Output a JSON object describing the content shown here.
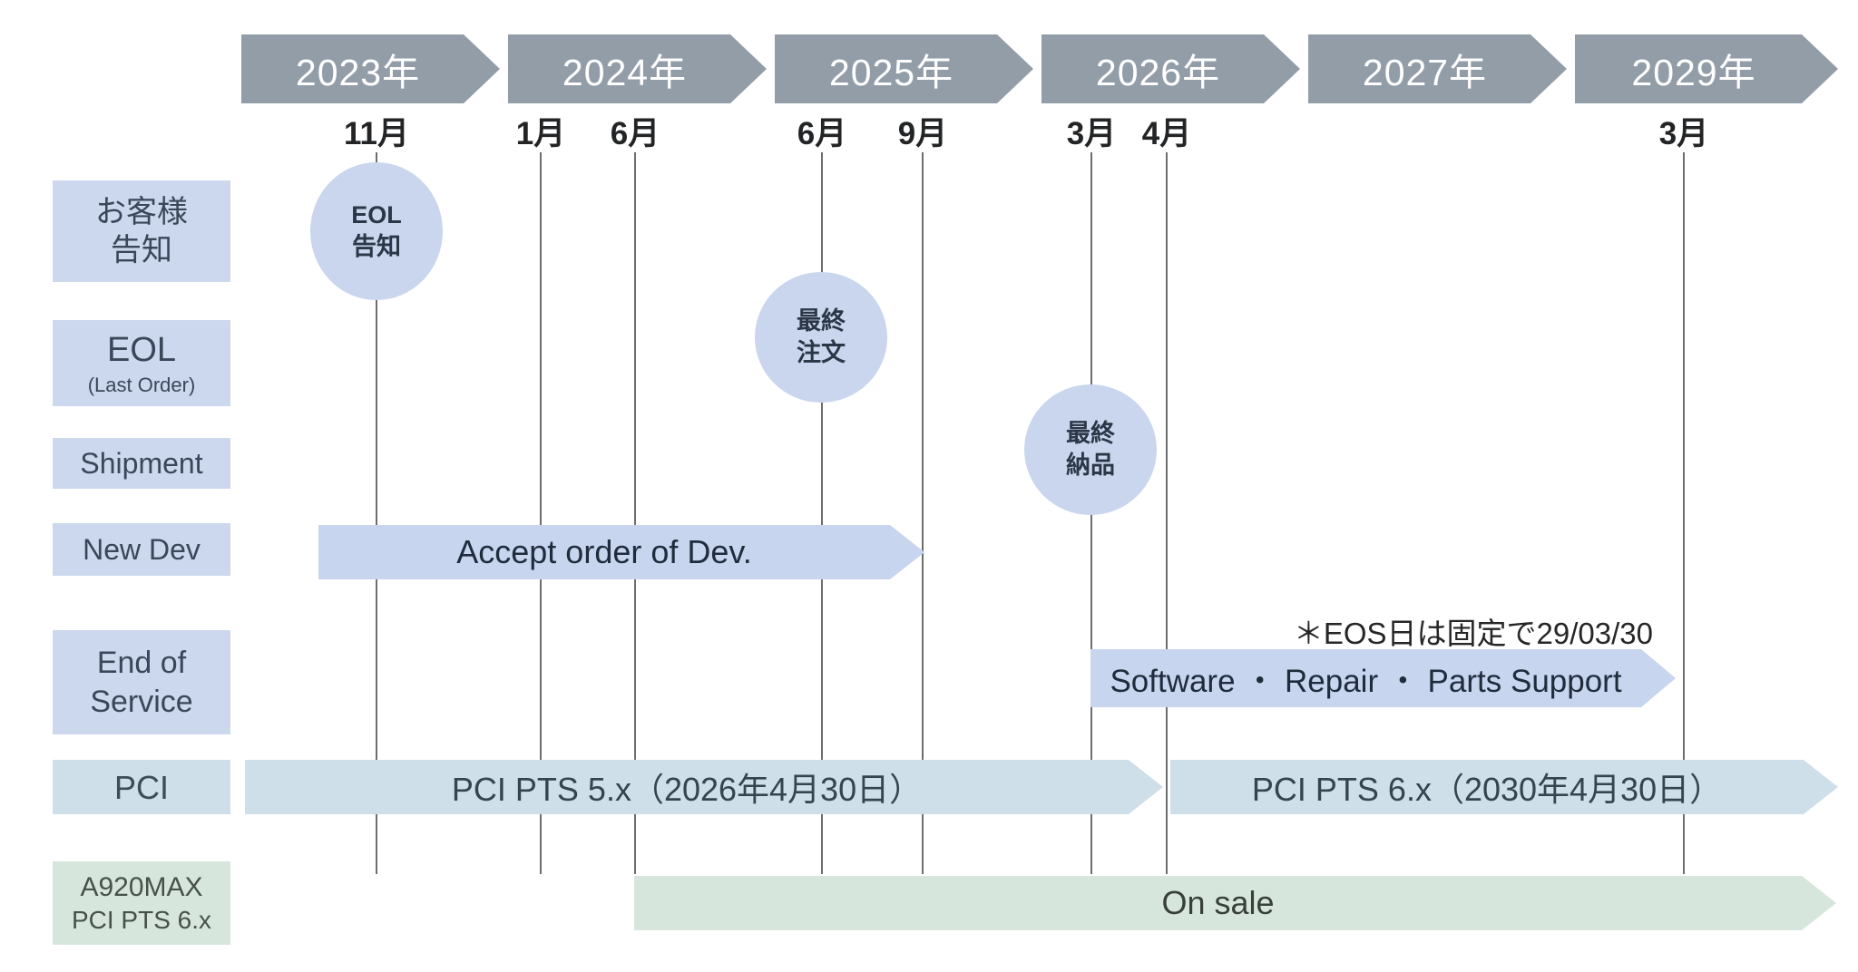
{
  "diagram_title": "A920 EOL / A920MAX timeline",
  "colors": {
    "year_arrow_gray": "#939da8",
    "label_periwinkle": "#ccd8ed",
    "bar_periwinkle": "#c8d5ee",
    "pci_blue": "#cfdfe9",
    "sale_green": "#d7e6dc",
    "gridline_gray": "#6d6d6d"
  },
  "years": [
    "2023年",
    "2024年",
    "2025年",
    "2026年",
    "2027年",
    "2029年"
  ],
  "months": [
    "11月",
    "1月",
    "6月",
    "6月",
    "9月",
    "3月",
    "4月",
    "3月"
  ],
  "rows": {
    "customer_notice": [
      "お客様",
      "告知"
    ],
    "eol": [
      "EOL",
      "(Last Order)"
    ],
    "shipment": "Shipment",
    "new_dev": "New Dev",
    "end_of_service": [
      "End of",
      "Service"
    ],
    "pci": "PCI",
    "a920max": [
      "A920MAX",
      "PCI PTS 6.x"
    ]
  },
  "milestones": {
    "eol_notice": [
      "EOL",
      "告知"
    ],
    "last_order": [
      "最終",
      "注文"
    ],
    "last_delivery": [
      "最終",
      "納品"
    ]
  },
  "bars": {
    "accept_order": "Accept order of Dev.",
    "eos_support": "Software ・ Repair ・ Parts Support",
    "pci5": "PCI PTS 5.x（2026年4月30日）",
    "pci6": "PCI PTS 6.x（2030年4月30日）",
    "on_sale": "On sale"
  },
  "annotation": "＊EOS日は固定で29/03/30"
}
